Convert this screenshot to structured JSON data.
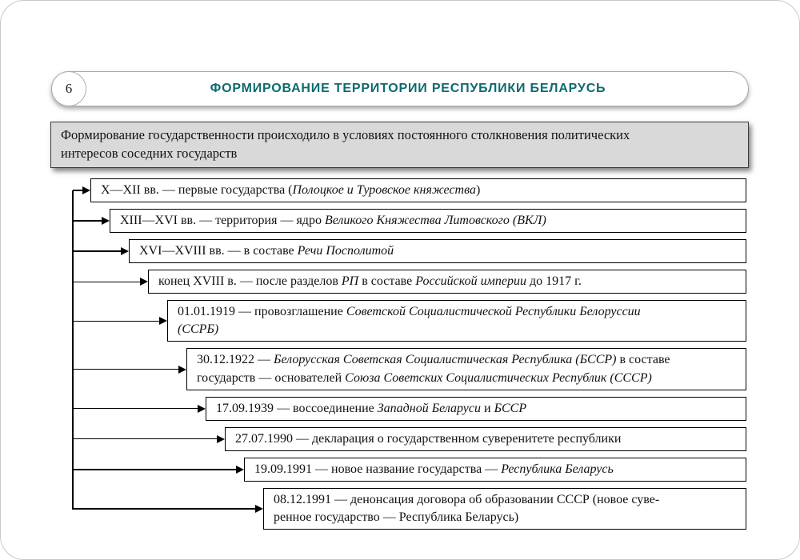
{
  "colors": {
    "title_text": "#0d6a70",
    "intro_bg": "#d9d9d9"
  },
  "header": {
    "page_number": "6",
    "title": "ФОРМИРОВАНИЕ ТЕРРИТОРИИ РЕСПУБЛИКИ БЕЛАРУСЬ"
  },
  "intro": {
    "text": "Формирование государственности происходило в условиях постоянного столкновения политических\nинтересов соседних государств"
  },
  "timeline": {
    "items": [
      {
        "segments": [
          {
            "text": "X—XII вв. — первые государства (",
            "italic": false
          },
          {
            "text": "Полоцкое и Туровское княжества",
            "italic": true
          },
          {
            "text": ")",
            "italic": false
          }
        ]
      },
      {
        "segments": [
          {
            "text": "XIII—XVI вв. — территория — ядро ",
            "italic": false
          },
          {
            "text": "Великого Княжества Литовского (ВКЛ)",
            "italic": true
          }
        ]
      },
      {
        "segments": [
          {
            "text": "XVI—XVIII вв. — в составе ",
            "italic": false
          },
          {
            "text": "Речи Посполитой",
            "italic": true
          }
        ]
      },
      {
        "segments": [
          {
            "text": "конец XVIII в. — после разделов ",
            "italic": false
          },
          {
            "text": "РП",
            "italic": true
          },
          {
            "text": " в составе ",
            "italic": false
          },
          {
            "text": "Российской империи",
            "italic": true
          },
          {
            "text": " до 1917 г.",
            "italic": false
          }
        ]
      },
      {
        "segments": [
          {
            "text": "01.01.1919 — провозглашение ",
            "italic": false
          },
          {
            "text": "Советской Социалистической Республики Белоруссии\n(ССРБ)",
            "italic": true
          }
        ]
      },
      {
        "segments": [
          {
            "text": "30.12.1922 — ",
            "italic": false
          },
          {
            "text": "Белорусская Советская Социалистическая Республика (БССР)",
            "italic": true
          },
          {
            "text": " в составе\nгосударств — основателей ",
            "italic": false
          },
          {
            "text": "Союза Советских Социалистических Республик (СССР)",
            "italic": true
          }
        ]
      },
      {
        "segments": [
          {
            "text": "17.09.1939 — воссоединение ",
            "italic": false
          },
          {
            "text": "Западной Беларуси",
            "italic": true
          },
          {
            "text": " и ",
            "italic": false
          },
          {
            "text": "БССР",
            "italic": true
          }
        ]
      },
      {
        "segments": [
          {
            "text": "27.07.1990 — декларация о государственном суверенитете республики",
            "italic": false
          }
        ]
      },
      {
        "segments": [
          {
            "text": "19.09.1991 — новое название государства — ",
            "italic": false
          },
          {
            "text": "Республика Беларусь",
            "italic": true
          }
        ]
      },
      {
        "segments": [
          {
            "text": "08.12.1991 — денонсация договора об образовании СССР (новое суве-\nренное государство — Республика Беларусь)",
            "italic": false
          }
        ]
      }
    ]
  }
}
